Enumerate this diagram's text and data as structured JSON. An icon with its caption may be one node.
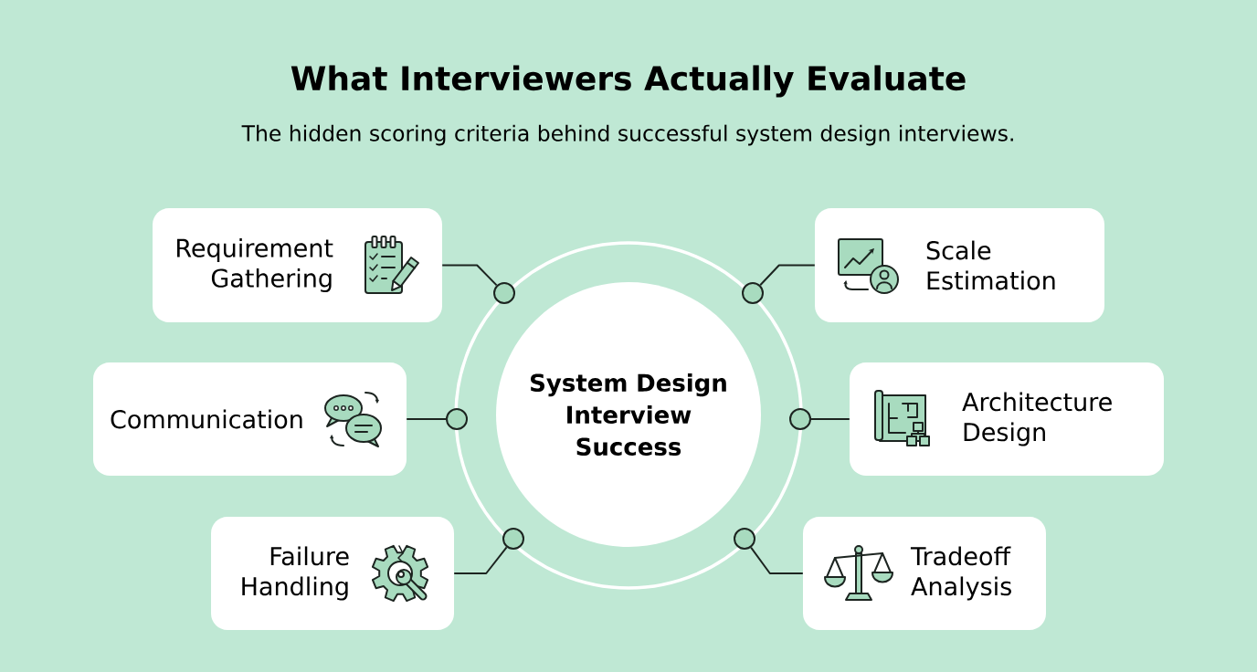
{
  "diagram": {
    "title": "What Interviewers Actually Evaluate",
    "nodes": [
      {
        "text": [
          "Requirement Gathering"
        ]
      },
      {
        "text": [
          "Scale Estimation"
        ]
      },
      {
        "text": [
          "Communication"
        ]
      },
      {
        "text": [
          "System Design Interview Success"
        ]
      },
      {
        "text": [
          "Architecture Design"
        ]
      },
      {
        "text": [
          "Failure Handling"
        ]
      },
      {
        "text": [
          "Tradeoff Analysis"
        ]
      },
      {
        "text": [],
        "shape": "circle"
      },
      {
        "text": [],
        "shape": "circle"
      },
      {
        "text": [],
        "shape": "circle"
      },
      {
        "text": [],
        "shape": "circle"
      },
      {
        "text": [],
        "shape": "circle"
      },
      {
        "text": [],
        "shape": "circle"
      }
    ],
    "edges": [
      {
        "from": 0,
        "to": 7,
        "arrow": "none"
      },
      {
        "from": 1,
        "to": 8,
        "arrow": "none"
      },
      {
        "from": 2,
        "to": 9,
        "arrow": "none"
      },
      {
        "from": 4,
        "to": 10,
        "arrow": "none"
      },
      {
        "from": 5,
        "to": 11,
        "arrow": "none"
      },
      {
        "from": 6,
        "to": 12,
        "arrow": "none"
      }
    ],
    "labels": [
      "The hidden scoring criteria behind successful system design interviews."
    ]
  }
}
